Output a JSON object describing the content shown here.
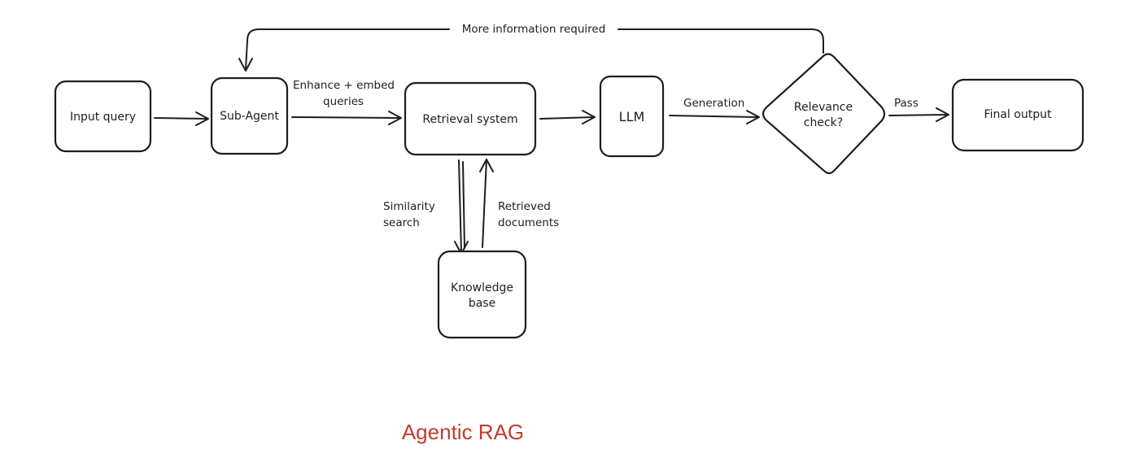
{
  "title": "Agentic RAG",
  "title_color": "#c23b2c",
  "nodes": {
    "input_query": {
      "label": "Input query"
    },
    "sub_agent": {
      "label": "Sub-Agent"
    },
    "retrieval_system": {
      "label": "Retrieval system"
    },
    "llm": {
      "label": "LLM"
    },
    "relevance_check": {
      "lines": [
        "Relevance",
        "check?"
      ]
    },
    "final_output": {
      "label": "Final output"
    },
    "knowledge_base": {
      "lines": [
        "Knowledge",
        "base"
      ]
    }
  },
  "edges": {
    "enhance_embed": {
      "lines": [
        "Enhance + embed",
        "queries"
      ]
    },
    "generation": {
      "label": "Generation"
    },
    "pass": {
      "label": "Pass"
    },
    "more_info": {
      "label": "More information required"
    },
    "similarity_search": {
      "lines": [
        "Similarity",
        "search"
      ]
    },
    "retrieved_documents": {
      "lines": [
        "Retrieved",
        "documents"
      ]
    }
  }
}
